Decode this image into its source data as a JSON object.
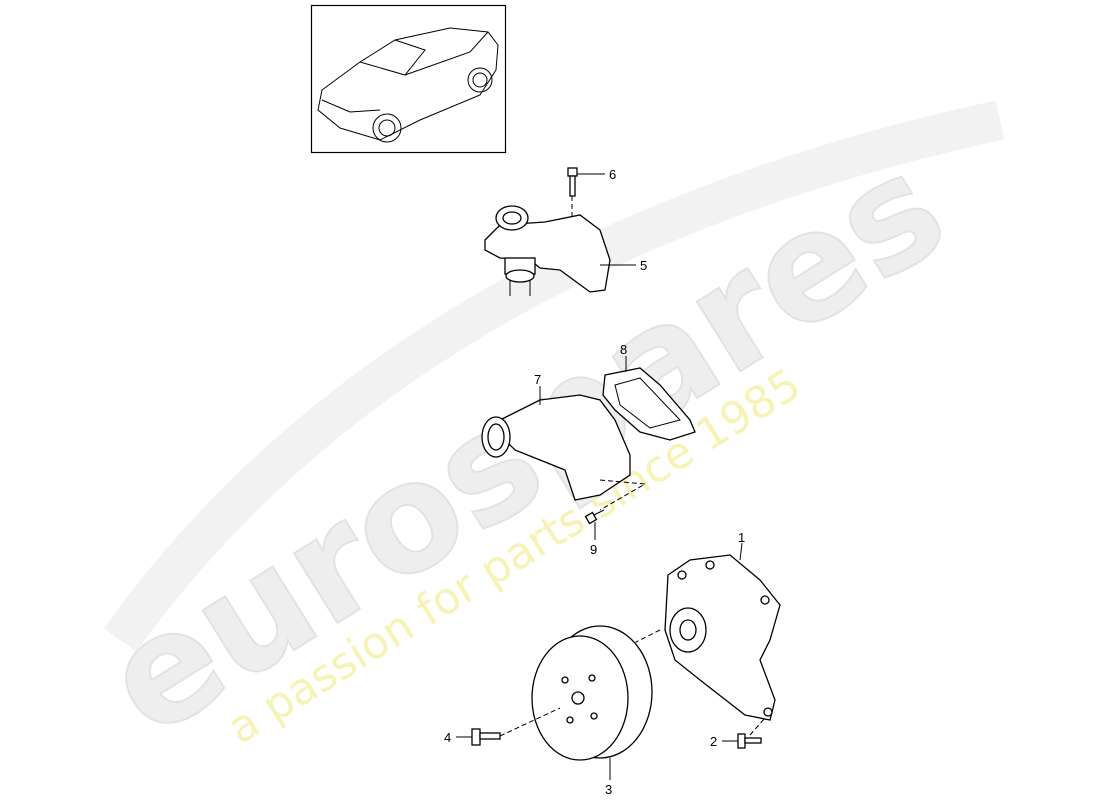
{
  "watermark": {
    "brand": "eurospares",
    "tagline": "a passion for parts since 1985",
    "brand_color": "#e6e6e6",
    "tagline_color": "#f3eea0"
  },
  "vehicle_thumbnail": {
    "icon": "suv-car-icon"
  },
  "callouts": [
    {
      "number": "1",
      "part": "water-pump"
    },
    {
      "number": "2",
      "part": "bolt"
    },
    {
      "number": "3",
      "part": "pulley"
    },
    {
      "number": "4",
      "part": "bolt"
    },
    {
      "number": "5",
      "part": "thermostat-housing"
    },
    {
      "number": "6",
      "part": "bolt"
    },
    {
      "number": "7",
      "part": "coolant-pipe-connector"
    },
    {
      "number": "8",
      "part": "gasket"
    },
    {
      "number": "9",
      "part": "bolt"
    }
  ]
}
